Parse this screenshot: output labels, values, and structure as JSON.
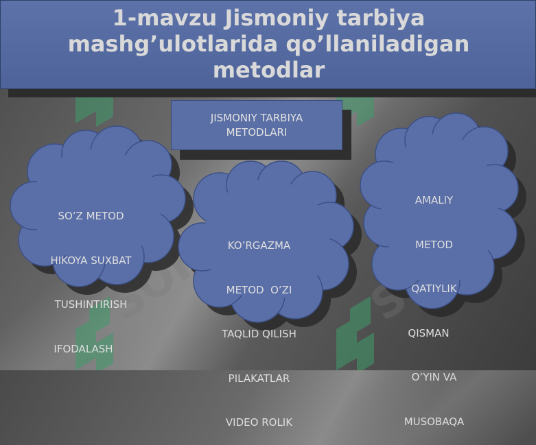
{
  "title": {
    "line1": "1-mavzu Jismoniy tarbiya",
    "line2": "mashg’ulotlarida qo’llaniladigan",
    "line3": "metodlar"
  },
  "center_box": {
    "line1": "JISMONIY TARBIYA",
    "line2": "METODLARI"
  },
  "clouds": {
    "left": [
      "SO’Z METOD",
      "HIKOYA SUXBAT",
      "TUSHINTIRISH",
      "IFODALASH"
    ],
    "middle": [
      "KO’RGAZMA",
      "METOD  O’ZI",
      "TAQLID QILISH",
      "PILAKATLAR",
      "VIDEO ROLIK"
    ],
    "right": [
      "AMALIY",
      "METOD",
      "QATIYLIK",
      "QISMAN",
      "O’YIN VA",
      "MUSOBAQA"
    ]
  },
  "colors": {
    "title_bar": "#5568a0",
    "cloud_fill": "#5a6fa8",
    "cloud_stroke": "#3c4f85",
    "text": "#e0e0e0",
    "watermark": "#3fa06a"
  },
  "watermark": {
    "text": "SOFF"
  }
}
